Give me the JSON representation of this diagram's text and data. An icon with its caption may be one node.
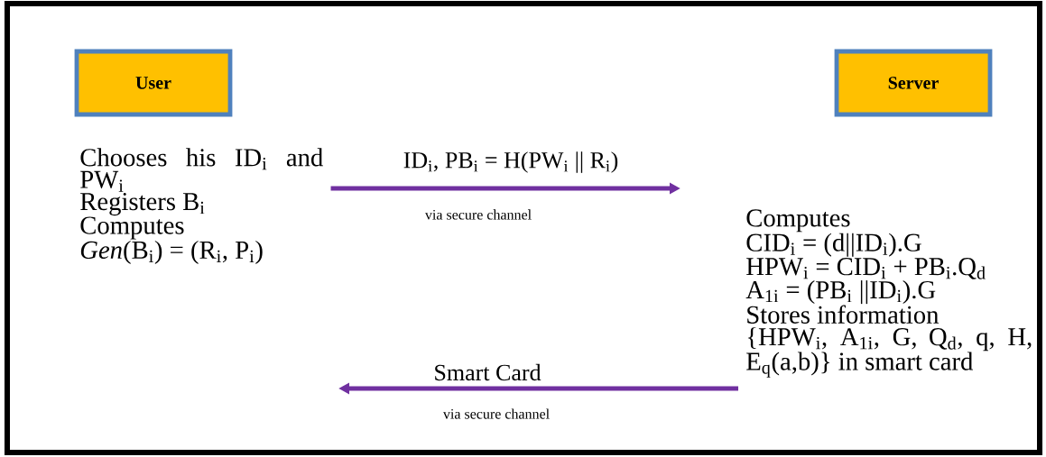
{
  "diagram": {
    "nodes": [
      {
        "text": [
          "User"
        ]
      },
      {
        "text": [
          "Server"
        ]
      },
      {
        "text": [
          "Chooses his ID$_{i}$ and PW$_{i}$",
          "Registers B$_{i}$",
          "Computes",
          "*Gen*(B$_{i}$) = (R$_{i}$, P$_{i}$)"
        ]
      },
      {
        "text": [
          "Computes",
          "CID$_{i}$ = (d||ID$_{i}$).G",
          "HPW$_{i}$ = CID$_{i}$ + PB$_{i}$.Q$_{d}$",
          "A$_{1i}$ = (PB$_{i}$ ||ID$_{i}$).G",
          "Stores information",
          "{HPW$_{i}$, A$_{1i}$, G, Q$_{d}$, q, H, E$_{q}$(a,b)} in smart card"
        ]
      }
    ],
    "edges": [
      {
        "from": 2,
        "to": 3,
        "arrow": "to",
        "label": "ID$_{i}$,  PB$_{i}$ = H(PW$_{i}$ || R$_{i}$)"
      },
      {
        "from": 3,
        "to": null,
        "arrow": "to",
        "label": "Smart Card"
      }
    ],
    "labels": [
      "via  secure channel",
      "via  secure channel"
    ]
  }
}
